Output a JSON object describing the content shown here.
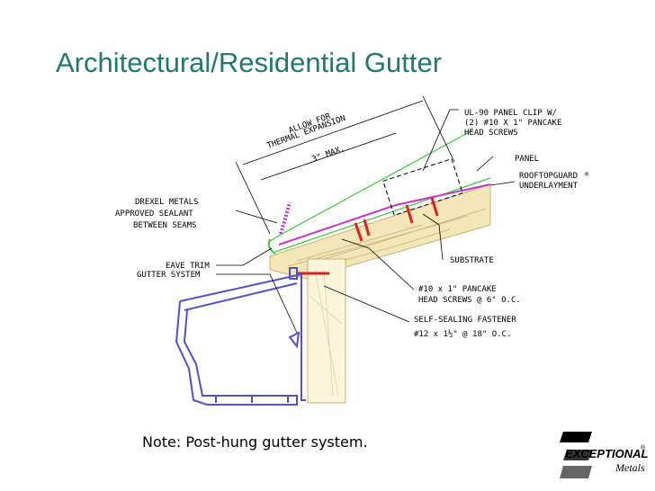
{
  "title": "Architectural/Residential Gutter",
  "note": "Note: Post-hung gutter system.",
  "labels": {
    "allow_for": "ALLOW FOR",
    "thermal_expansion": "THERMAL EXPANSION",
    "three_max": "3\" MAX.",
    "clip_1": "UL-90 PANEL CLIP W/",
    "clip_2": "(2) #10 X 1\" PANCAKE",
    "clip_3": "HEAD SCREWS",
    "panel": "PANEL",
    "rooftopguard": "ROOFTOPGUARD",
    "reg": "®",
    "underlayment": "UNDERLAYMENT",
    "sealant_1": "DREXEL METALS",
    "sealant_2": "APPROVED SEALANT",
    "sealant_3": "BETWEEN SEAMS",
    "eave_trim": "EAVE TRIM",
    "gutter_system": "GUTTER SYSTEM",
    "substrate": "SUBSTRATE",
    "screws_1": "#10 x 1\" PANCAKE",
    "screws_2": "HEAD SCREWS @ 6\" O.C.",
    "fastener_1": "SELF-SEALING FASTENER",
    "fastener_2": "#12 x 1½\" @ 18\" O.C."
  },
  "logo": {
    "word": "EXCEPTIONAL",
    "sub": "Metals",
    "reg": "®"
  },
  "colors": {
    "title": "#1f7a6e",
    "panel_line": "#33cc33",
    "underlayment": "#cc33cc",
    "screws": "#e02020",
    "gutter": "#5050d0",
    "wood": "#c8b070"
  }
}
